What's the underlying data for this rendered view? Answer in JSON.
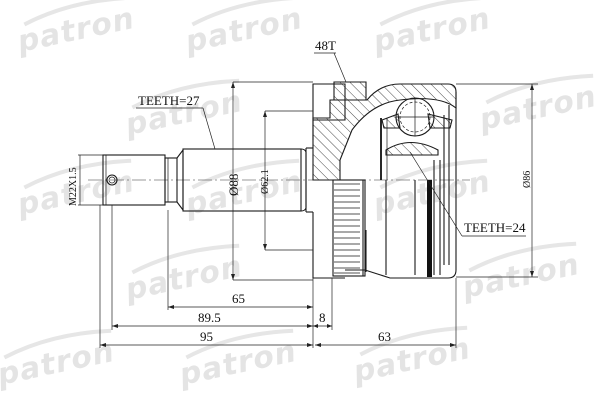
{
  "watermark": {
    "brand": "patron",
    "color": "#e4e4e4"
  },
  "drawing": {
    "type": "technical-drawing",
    "subject": "CV joint (outer) kit",
    "line_color": "#1a1a1a",
    "background": "#ffffff"
  },
  "labels": {
    "teeth_shaft": "TEETH=27",
    "abs_ring": "48T",
    "teeth_inner": "TEETH=24",
    "thread": "M22X1.5",
    "dia_shaft": "Ø88",
    "dia_seal": "Ø62.1",
    "dia_outer": "Ø86"
  },
  "dimensions": {
    "d65": "65",
    "d89_5": "89.5",
    "d95": "95",
    "d8": "8",
    "d63": "63"
  }
}
